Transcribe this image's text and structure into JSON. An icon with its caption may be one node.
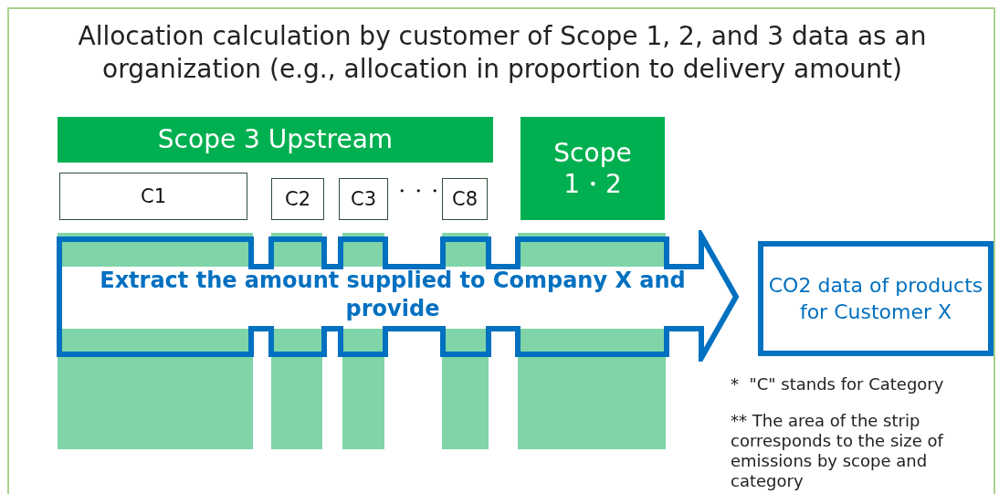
{
  "diagram": {
    "title": "Allocation calculation by customer of Scope 1, 2, and 3 data as an organization (e.g., allocation in proportion to delivery amount)",
    "nodes": [
      {
        "text": [
          "Scope 3 Upstream"
        ]
      },
      {
        "text": [
          "C1"
        ]
      },
      {
        "text": [
          "C2"
        ]
      },
      {
        "text": [
          "C3"
        ]
      },
      {
        "text": [
          "C8"
        ]
      },
      {
        "text": [
          "Scope 1・2"
        ]
      },
      {
        "text": [
          "Extract the amount supplied to Company X and provide"
        ]
      },
      {
        "text": [
          "CO2 data of products for Customer X"
        ]
      }
    ],
    "labels": [
      "・・・",
      "*  \"C\" stands for Category",
      "** The area of the strip corresponds to the size of emissions by scope and category"
    ]
  }
}
